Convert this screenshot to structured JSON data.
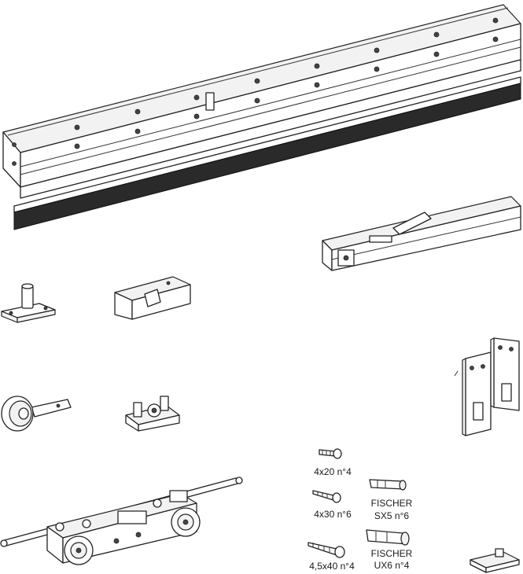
{
  "labels": {
    "screw_4x20": "4x20 n°4",
    "screw_4x30": "4x30 n°6",
    "screw_45x40": "4,5x40 n°4",
    "fischer_sx5_brand": "FISCHER",
    "fischer_sx5_spec": "SX5 n°6",
    "fischer_ux6_brand": "FISCHER",
    "fischer_ux6_spec": "UX6 n°4"
  }
}
